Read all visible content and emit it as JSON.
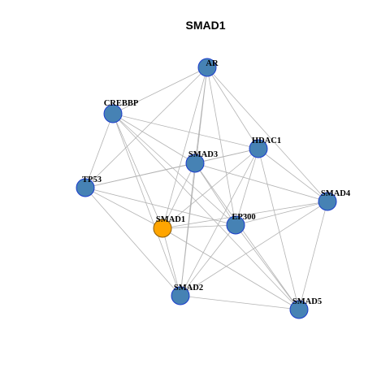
{
  "title": "SMAD1",
  "colors": {
    "default_node_fill": "#4682b4",
    "default_node_stroke": "#1a3ccc",
    "focus_node_fill": "#ffa500",
    "focus_node_stroke": "#8a5a00",
    "edge": "#b3b3b3"
  },
  "nodes": [
    {
      "id": "AR",
      "label": "AR",
      "focus": false
    },
    {
      "id": "CREBBP",
      "label": "CREBBP",
      "focus": false
    },
    {
      "id": "HDAC1",
      "label": "HDAC1",
      "focus": false
    },
    {
      "id": "SMAD3",
      "label": "SMAD3",
      "focus": false
    },
    {
      "id": "TP53",
      "label": "TP53",
      "focus": false
    },
    {
      "id": "SMAD4",
      "label": "SMAD4",
      "focus": false
    },
    {
      "id": "SMAD1",
      "label": "SMAD1",
      "focus": true
    },
    {
      "id": "EP300",
      "label": "EP300",
      "focus": false
    },
    {
      "id": "SMAD2",
      "label": "SMAD2",
      "focus": false
    },
    {
      "id": "SMAD5",
      "label": "SMAD5",
      "focus": false
    }
  ],
  "edges": [
    [
      "AR",
      "CREBBP"
    ],
    [
      "AR",
      "TP53"
    ],
    [
      "AR",
      "SMAD3"
    ],
    [
      "AR",
      "HDAC1"
    ],
    [
      "AR",
      "SMAD4"
    ],
    [
      "AR",
      "SMAD1"
    ],
    [
      "AR",
      "EP300"
    ],
    [
      "AR",
      "SMAD2"
    ],
    [
      "CREBBP",
      "HDAC1"
    ],
    [
      "CREBBP",
      "SMAD3"
    ],
    [
      "CREBBP",
      "TP53"
    ],
    [
      "CREBBP",
      "SMAD1"
    ],
    [
      "CREBBP",
      "EP300"
    ],
    [
      "CREBBP",
      "SMAD2"
    ],
    [
      "CREBBP",
      "SMAD5"
    ],
    [
      "HDAC1",
      "SMAD3"
    ],
    [
      "HDAC1",
      "TP53"
    ],
    [
      "HDAC1",
      "SMAD4"
    ],
    [
      "HDAC1",
      "SMAD1"
    ],
    [
      "HDAC1",
      "EP300"
    ],
    [
      "HDAC1",
      "SMAD2"
    ],
    [
      "HDAC1",
      "SMAD5"
    ],
    [
      "SMAD3",
      "TP53"
    ],
    [
      "SMAD3",
      "SMAD4"
    ],
    [
      "SMAD3",
      "SMAD1"
    ],
    [
      "SMAD3",
      "EP300"
    ],
    [
      "SMAD3",
      "SMAD2"
    ],
    [
      "SMAD3",
      "SMAD5"
    ],
    [
      "TP53",
      "SMAD1"
    ],
    [
      "TP53",
      "EP300"
    ],
    [
      "TP53",
      "SMAD2"
    ],
    [
      "SMAD4",
      "SMAD1"
    ],
    [
      "SMAD4",
      "EP300"
    ],
    [
      "SMAD4",
      "SMAD2"
    ],
    [
      "SMAD4",
      "SMAD5"
    ],
    [
      "SMAD1",
      "EP300"
    ],
    [
      "SMAD1",
      "SMAD2"
    ],
    [
      "SMAD1",
      "SMAD5"
    ],
    [
      "EP300",
      "SMAD2"
    ],
    [
      "EP300",
      "SMAD5"
    ],
    [
      "SMAD2",
      "SMAD5"
    ]
  ]
}
